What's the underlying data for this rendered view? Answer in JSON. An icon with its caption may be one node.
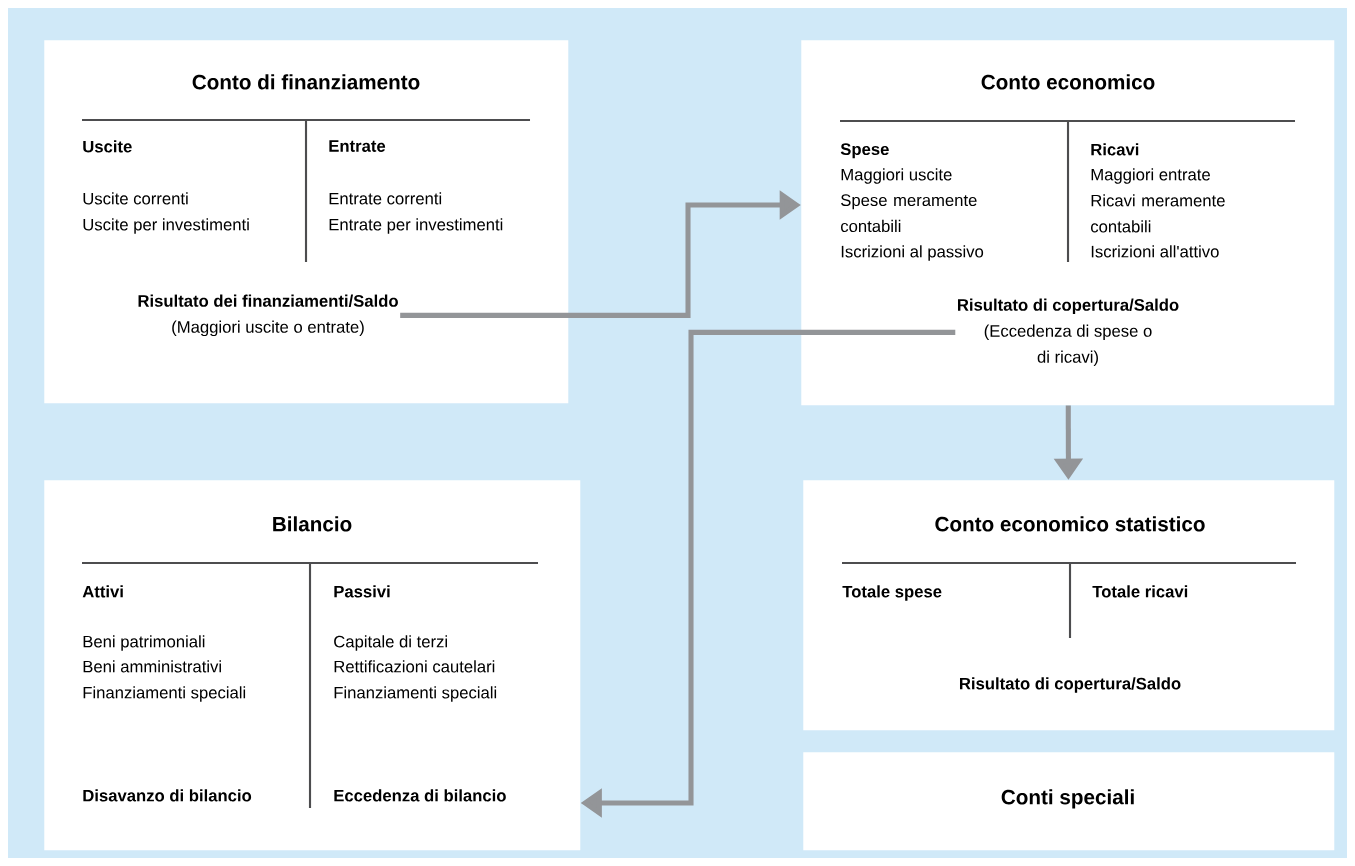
{
  "diagram": {
    "nodes": [
      {
        "text": [
          "Conto di finanziamento",
          "Uscite",
          "Uscite correnti",
          "Uscite per investimenti",
          "Entrate",
          "Entrate correnti",
          "Entrate per investimenti"
        ]
      },
      {
        "text": [
          "Risultato dei finanziamenti/Saldo",
          "(Maggiori uscite o entrate)"
        ],
        "in": 0
      },
      {
        "text": [
          "Conto economico",
          "Spese",
          "Maggiori uscite",
          "Spese meramente contabili",
          "Iscrizioni al passivo",
          "Ricavi",
          "Maggiori entrate",
          "Ricavi meramente contabili",
          "Iscrizioni all'attivo"
        ]
      },
      {
        "text": [
          "Risultato di copertura/Saldo",
          "(Eccedenza di spese o di ricavi)"
        ],
        "in": 2
      },
      {
        "text": [
          "Bilancio",
          "Attivi",
          "Beni patrimoniali",
          "Beni amministrativi",
          "Finanziamenti speciali",
          "Passivi",
          "Capitale di terzi",
          "Rettificazioni cautelari",
          "Finanziamenti speciali",
          "Disavanzo di bilancio",
          "Eccedenza di bilancio"
        ]
      },
      {
        "text": [
          "Conto economico statistico",
          "Totale spese",
          "Totale ricavi",
          "Risultato di copertura/Saldo"
        ]
      },
      {
        "text": [
          "Conti speciali"
        ]
      }
    ],
    "edges": [
      {
        "from": 1,
        "to": 2,
        "arrow": "to"
      },
      {
        "from": 3,
        "to": 4,
        "arrow": "to"
      },
      {
        "from": 2,
        "to": 5,
        "arrow": "to"
      }
    ]
  }
}
